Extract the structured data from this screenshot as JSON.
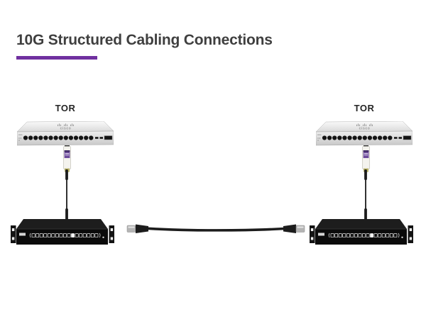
{
  "title": "10G Structured Cabling Connections",
  "title_color": "#3f3f3f",
  "accent_color": "#7030a0",
  "racks": [
    {
      "label": "TOR",
      "brand": "cisco",
      "switch_icon": "cisco-tor-switch",
      "transceiver_icon": "sfp-transceiver",
      "downlink_icon": "dac-cable",
      "panel_icon": "patch-panel"
    },
    {
      "label": "TOR",
      "brand": "cisco",
      "switch_icon": "cisco-tor-switch",
      "transceiver_icon": "sfp-transceiver",
      "downlink_icon": "dac-cable",
      "panel_icon": "patch-panel"
    }
  ],
  "interconnect": {
    "icon": "ethernet-patch-cable",
    "cable_color": "#1c1c1c"
  }
}
